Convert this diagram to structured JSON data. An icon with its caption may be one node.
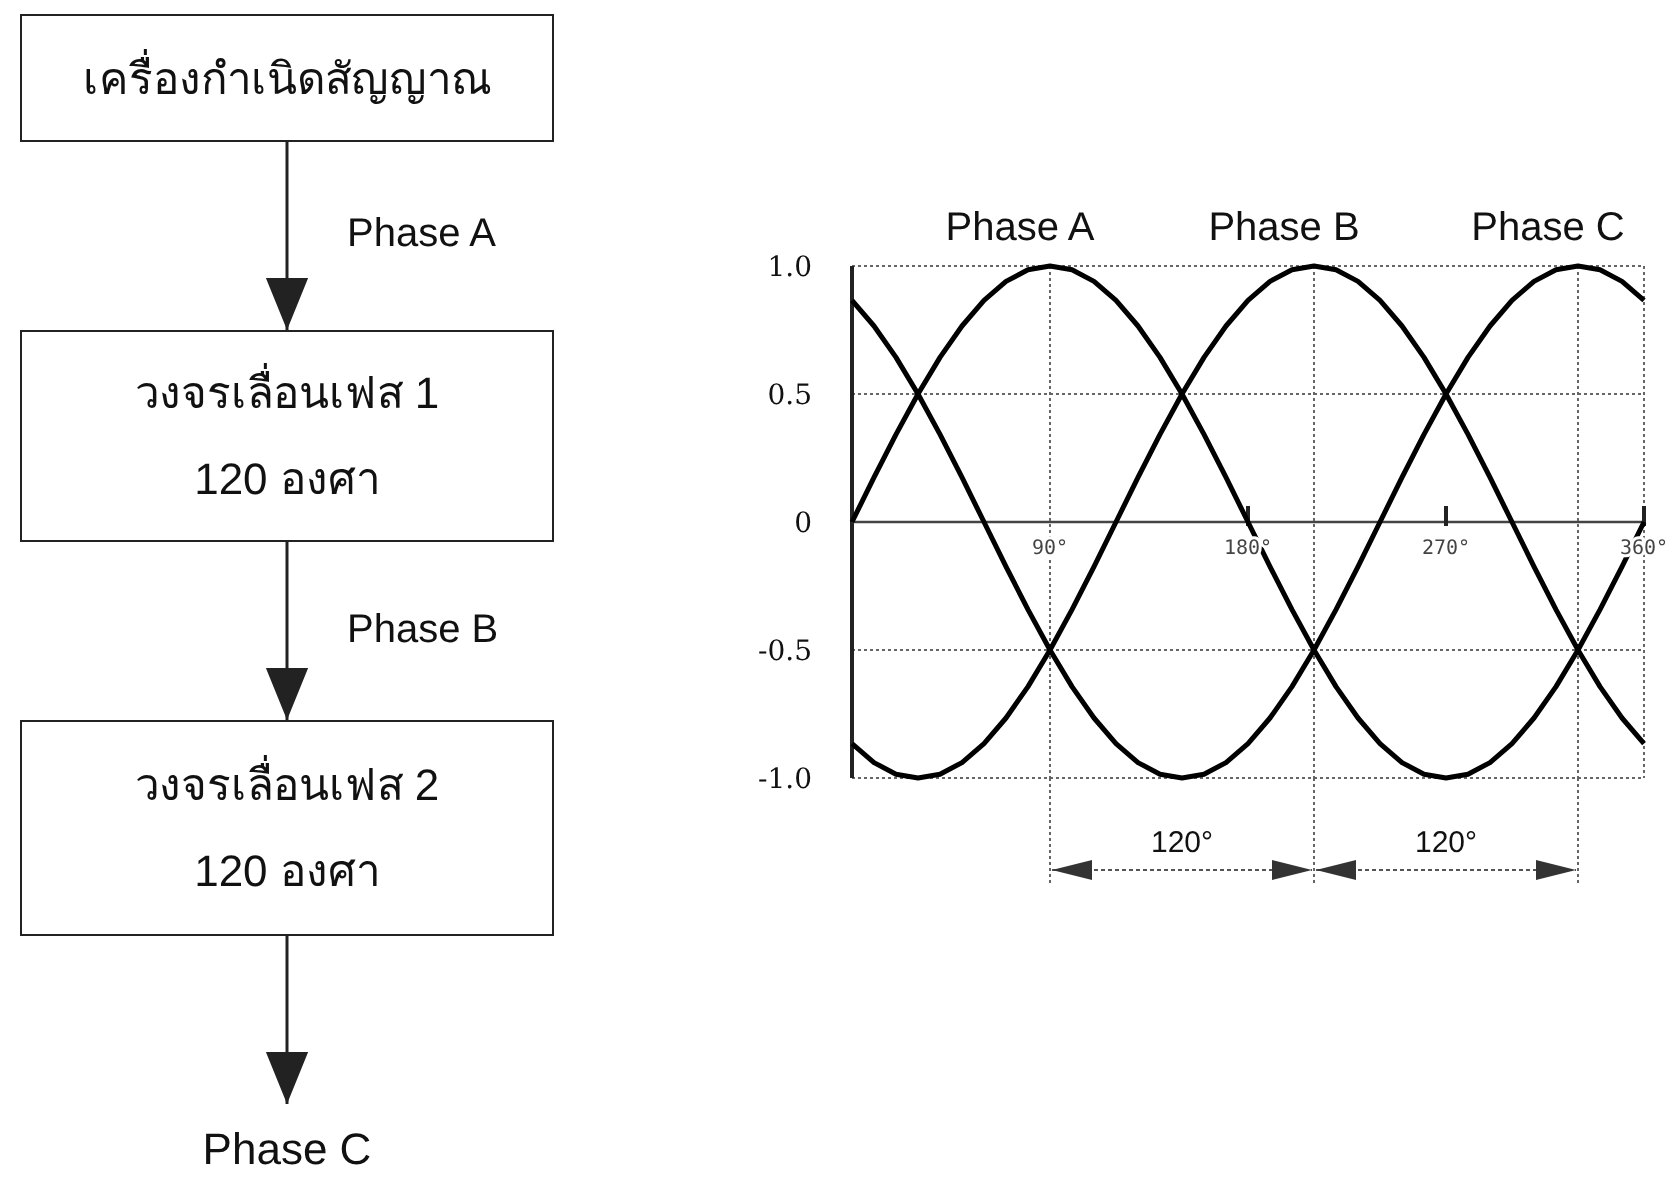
{
  "diagram": {
    "nodes": [
      {
        "text": [
          "เครื่องกำเนิดสัญญาณ"
        ]
      },
      {
        "text": [
          "วงจรเลื่อนเฟส 1",
          "120 องศา"
        ]
      },
      {
        "text": [
          "วงจรเลื่อนเฟส 2",
          "120 องศา"
        ]
      },
      {
        "text": [
          "Phase C"
        ]
      }
    ],
    "edges": [
      {
        "from": 0,
        "to": 1,
        "arrow": "to",
        "label": "Phase A"
      },
      {
        "from": 1,
        "to": 2,
        "arrow": "to",
        "label": "Phase B"
      },
      {
        "from": 2,
        "to": 3,
        "arrow": "to"
      }
    ],
    "chart_data": {
      "type": "line",
      "x": [
        0,
        10,
        20,
        30,
        40,
        50,
        60,
        70,
        80,
        90,
        100,
        110,
        120,
        130,
        140,
        150,
        160,
        170,
        180,
        190,
        200,
        210,
        220,
        230,
        240,
        250,
        260,
        270,
        280,
        290,
        300,
        310,
        320,
        330,
        340,
        350,
        360
      ],
      "series": [
        {
          "name": "Phase A",
          "color": "#000000",
          "values": [
            0,
            0.174,
            0.342,
            0.5,
            0.643,
            0.766,
            0.866,
            0.94,
            0.985,
            1,
            0.985,
            0.94,
            0.866,
            0.766,
            0.643,
            0.5,
            0.342,
            0.174,
            0,
            -0.174,
            -0.342,
            -0.5,
            -0.643,
            -0.766,
            -0.866,
            -0.94,
            -0.985,
            -1,
            -0.985,
            -0.94,
            -0.866,
            -0.766,
            -0.643,
            -0.5,
            -0.342,
            -0.174,
            0
          ]
        },
        {
          "name": "Phase B",
          "color": "#000000",
          "values": [
            -0.866,
            -0.94,
            -0.985,
            -1,
            -0.985,
            -0.94,
            -0.866,
            -0.766,
            -0.643,
            -0.5,
            -0.342,
            -0.174,
            0,
            0.174,
            0.342,
            0.5,
            0.643,
            0.766,
            0.866,
            0.94,
            0.985,
            1,
            0.985,
            0.94,
            0.866,
            0.766,
            0.643,
            0.5,
            0.342,
            0.174,
            0,
            -0.174,
            -0.342,
            -0.5,
            -0.643,
            -0.766,
            -0.866
          ]
        },
        {
          "name": "Phase C",
          "color": "#000000",
          "values": [
            0.866,
            0.766,
            0.643,
            0.5,
            0.342,
            0.174,
            0,
            -0.174,
            -0.342,
            -0.5,
            -0.643,
            -0.766,
            -0.866,
            -0.94,
            -0.985,
            -1,
            -0.985,
            -0.94,
            -0.866,
            -0.766,
            -0.643,
            -0.5,
            -0.342,
            -0.174,
            0,
            0.174,
            0.342,
            0.5,
            0.643,
            0.766,
            0.866,
            0.94,
            0.985,
            1,
            0.985,
            0.94,
            0.866
          ]
        }
      ],
      "xlim": [
        0,
        360
      ],
      "ylim": [
        -1,
        1
      ],
      "xticks": [
        {
          "value": 90,
          "label": "90°"
        },
        {
          "value": 180,
          "label": "180°"
        },
        {
          "value": 270,
          "label": "270°"
        },
        {
          "value": 360,
          "label": "360°"
        }
      ],
      "yticks": [
        {
          "value": 1,
          "label": "1.0"
        },
        {
          "value": 0.5,
          "label": "0.5"
        },
        {
          "value": 0,
          "label": "0"
        },
        {
          "value": -0.5,
          "label": "-0.5"
        },
        {
          "value": -1,
          "label": "-1.0"
        }
      ],
      "grid": true
    },
    "labels": [
      "120°",
      "120°"
    ]
  }
}
